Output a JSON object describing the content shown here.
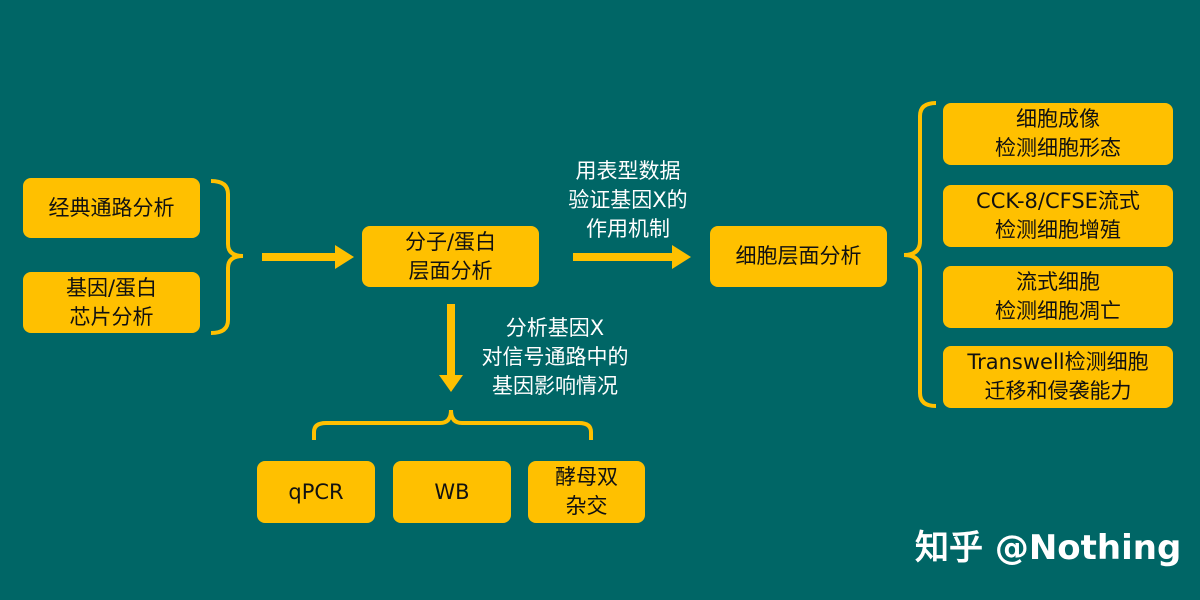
{
  "colors": {
    "background": "#006666",
    "box": "#FFC000",
    "connector": "#FFC000",
    "label": "#FFFFFF"
  },
  "left_inputs": [
    {
      "lines": [
        "经典通路分析"
      ]
    },
    {
      "lines": [
        "基因/蛋白",
        "芯片分析"
      ]
    }
  ],
  "center": {
    "lines": [
      "分子/蛋白",
      "层面分析"
    ]
  },
  "arrow_label_right": [
    "用表型数据",
    "验证基因X的",
    "作用机制"
  ],
  "arrow_label_down": [
    "分析基因X",
    "对信号通路中的",
    "基因影响情况"
  ],
  "cell_level": {
    "lines": [
      "细胞层面分析"
    ]
  },
  "cell_assays": [
    {
      "lines": [
        "细胞成像",
        "检测细胞形态"
      ]
    },
    {
      "lines": [
        "CCK-8/CFSE流式",
        "检测细胞增殖"
      ]
    },
    {
      "lines": [
        "流式细胞",
        "检测细胞凋亡"
      ]
    },
    {
      "lines": [
        "Transwell检测细胞",
        "迁移和侵袭能力"
      ]
    }
  ],
  "molecular_methods": [
    {
      "lines": [
        "qPCR"
      ]
    },
    {
      "lines": [
        "WB"
      ]
    },
    {
      "lines": [
        "酵母双",
        "杂交"
      ]
    }
  ],
  "watermark": "知乎 @Nothing"
}
